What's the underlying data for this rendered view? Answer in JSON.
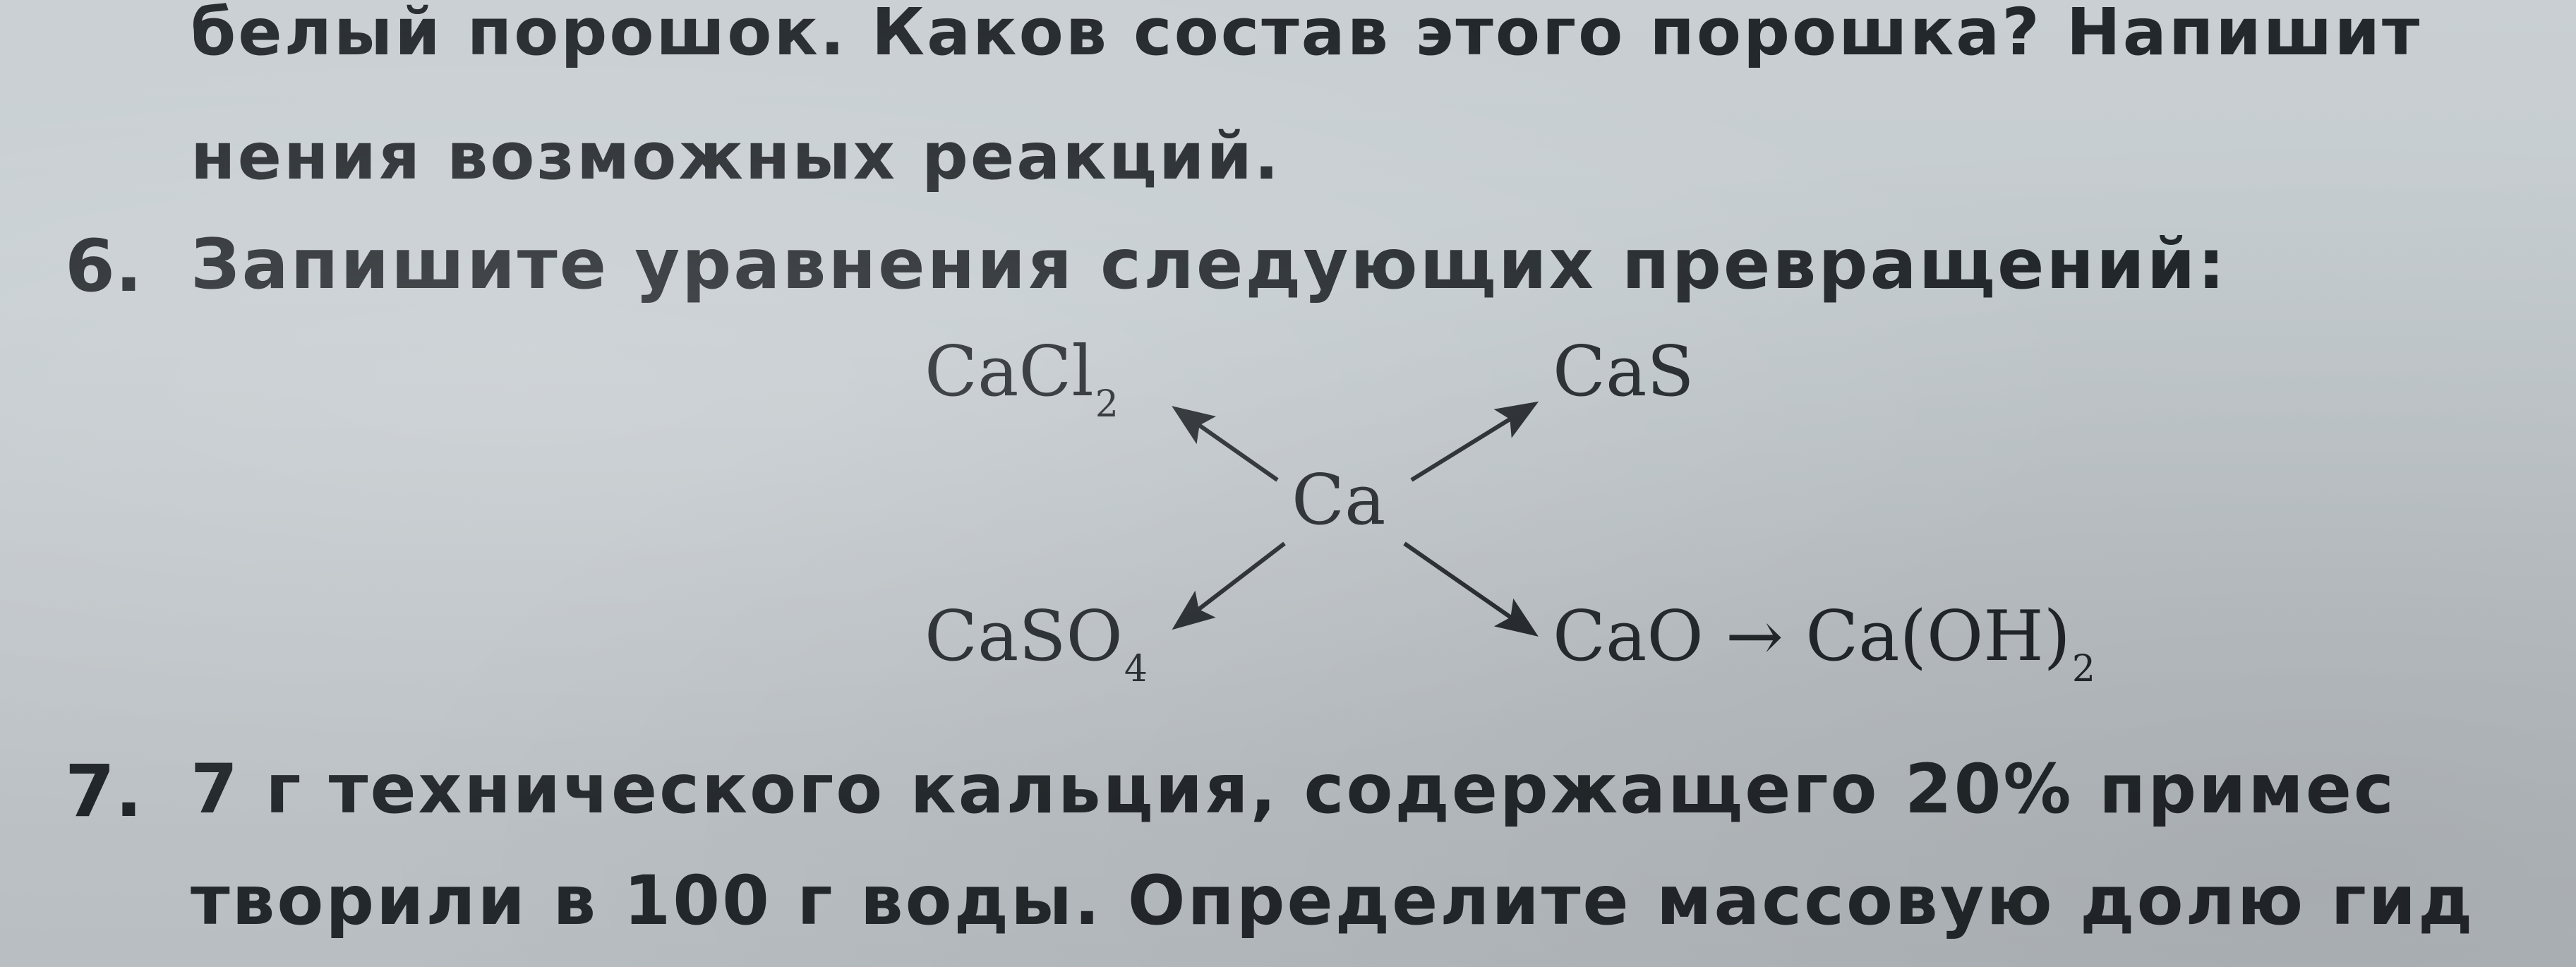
{
  "text_lines": {
    "line1": "белый порошок. Каков состав этого порошка? Напишит",
    "line2": "нения возможных реакций.",
    "task6_number": "6.",
    "task6_text": "Запишите уравнения следующих превращений:",
    "task7_number": "7.",
    "task7_line1": "7 г технического кальция, содержащего 20% примес",
    "task7_line2": "творили в 100 г воды. Определите массовую долю гид"
  },
  "scheme": {
    "center": "Ca",
    "top_left": {
      "base": "CaCl",
      "sub": "2"
    },
    "top_right": {
      "base": "CaS"
    },
    "bottom_left": {
      "base": "CaSO",
      "sub": "4"
    },
    "bottom_right": {
      "base": "CaO",
      "arrow": "→",
      "product": "Ca(OH)",
      "sub": "2"
    }
  }
}
